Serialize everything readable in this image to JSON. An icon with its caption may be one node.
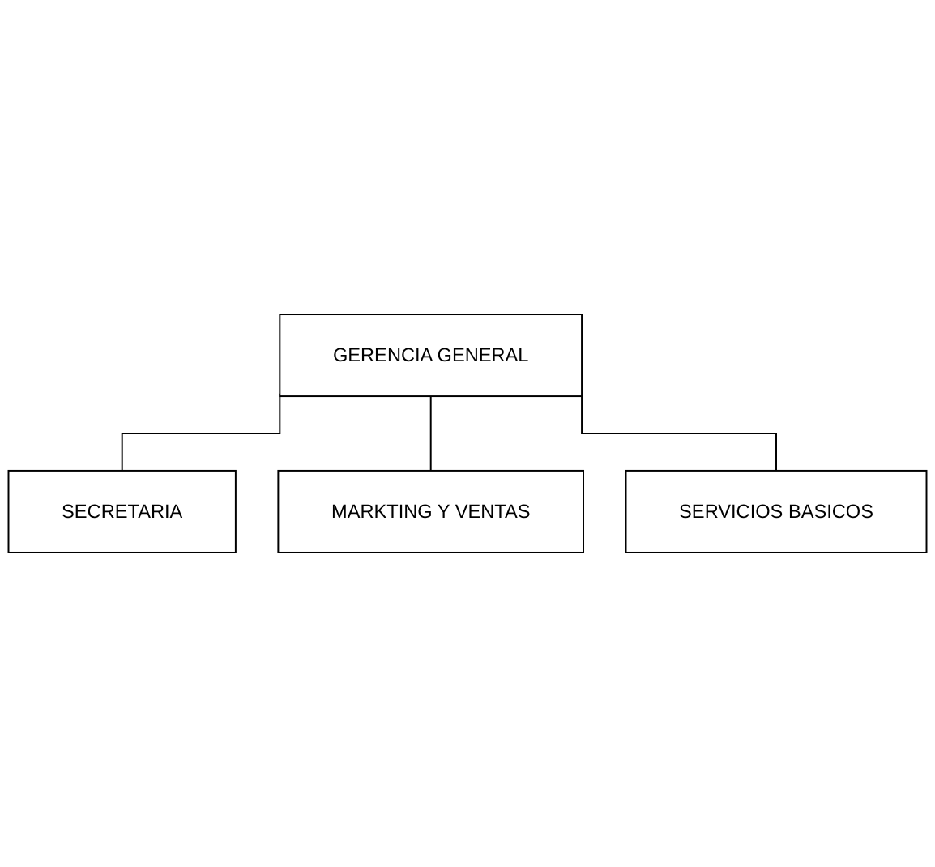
{
  "diagram": {
    "nodes": [
      {
        "text": [
          "GERENCIA GENERAL"
        ]
      },
      {
        "text": [
          "SECRETARIA"
        ]
      },
      {
        "text": [
          "MARKTING Y VENTAS"
        ]
      },
      {
        "text": [
          "SERVICIOS BASICOS"
        ]
      }
    ],
    "edges": [
      {
        "from": 0,
        "to": 1,
        "arrow": "none"
      },
      {
        "from": 0,
        "to": 2,
        "arrow": "none"
      },
      {
        "from": 0,
        "to": 3,
        "arrow": "none"
      }
    ]
  }
}
